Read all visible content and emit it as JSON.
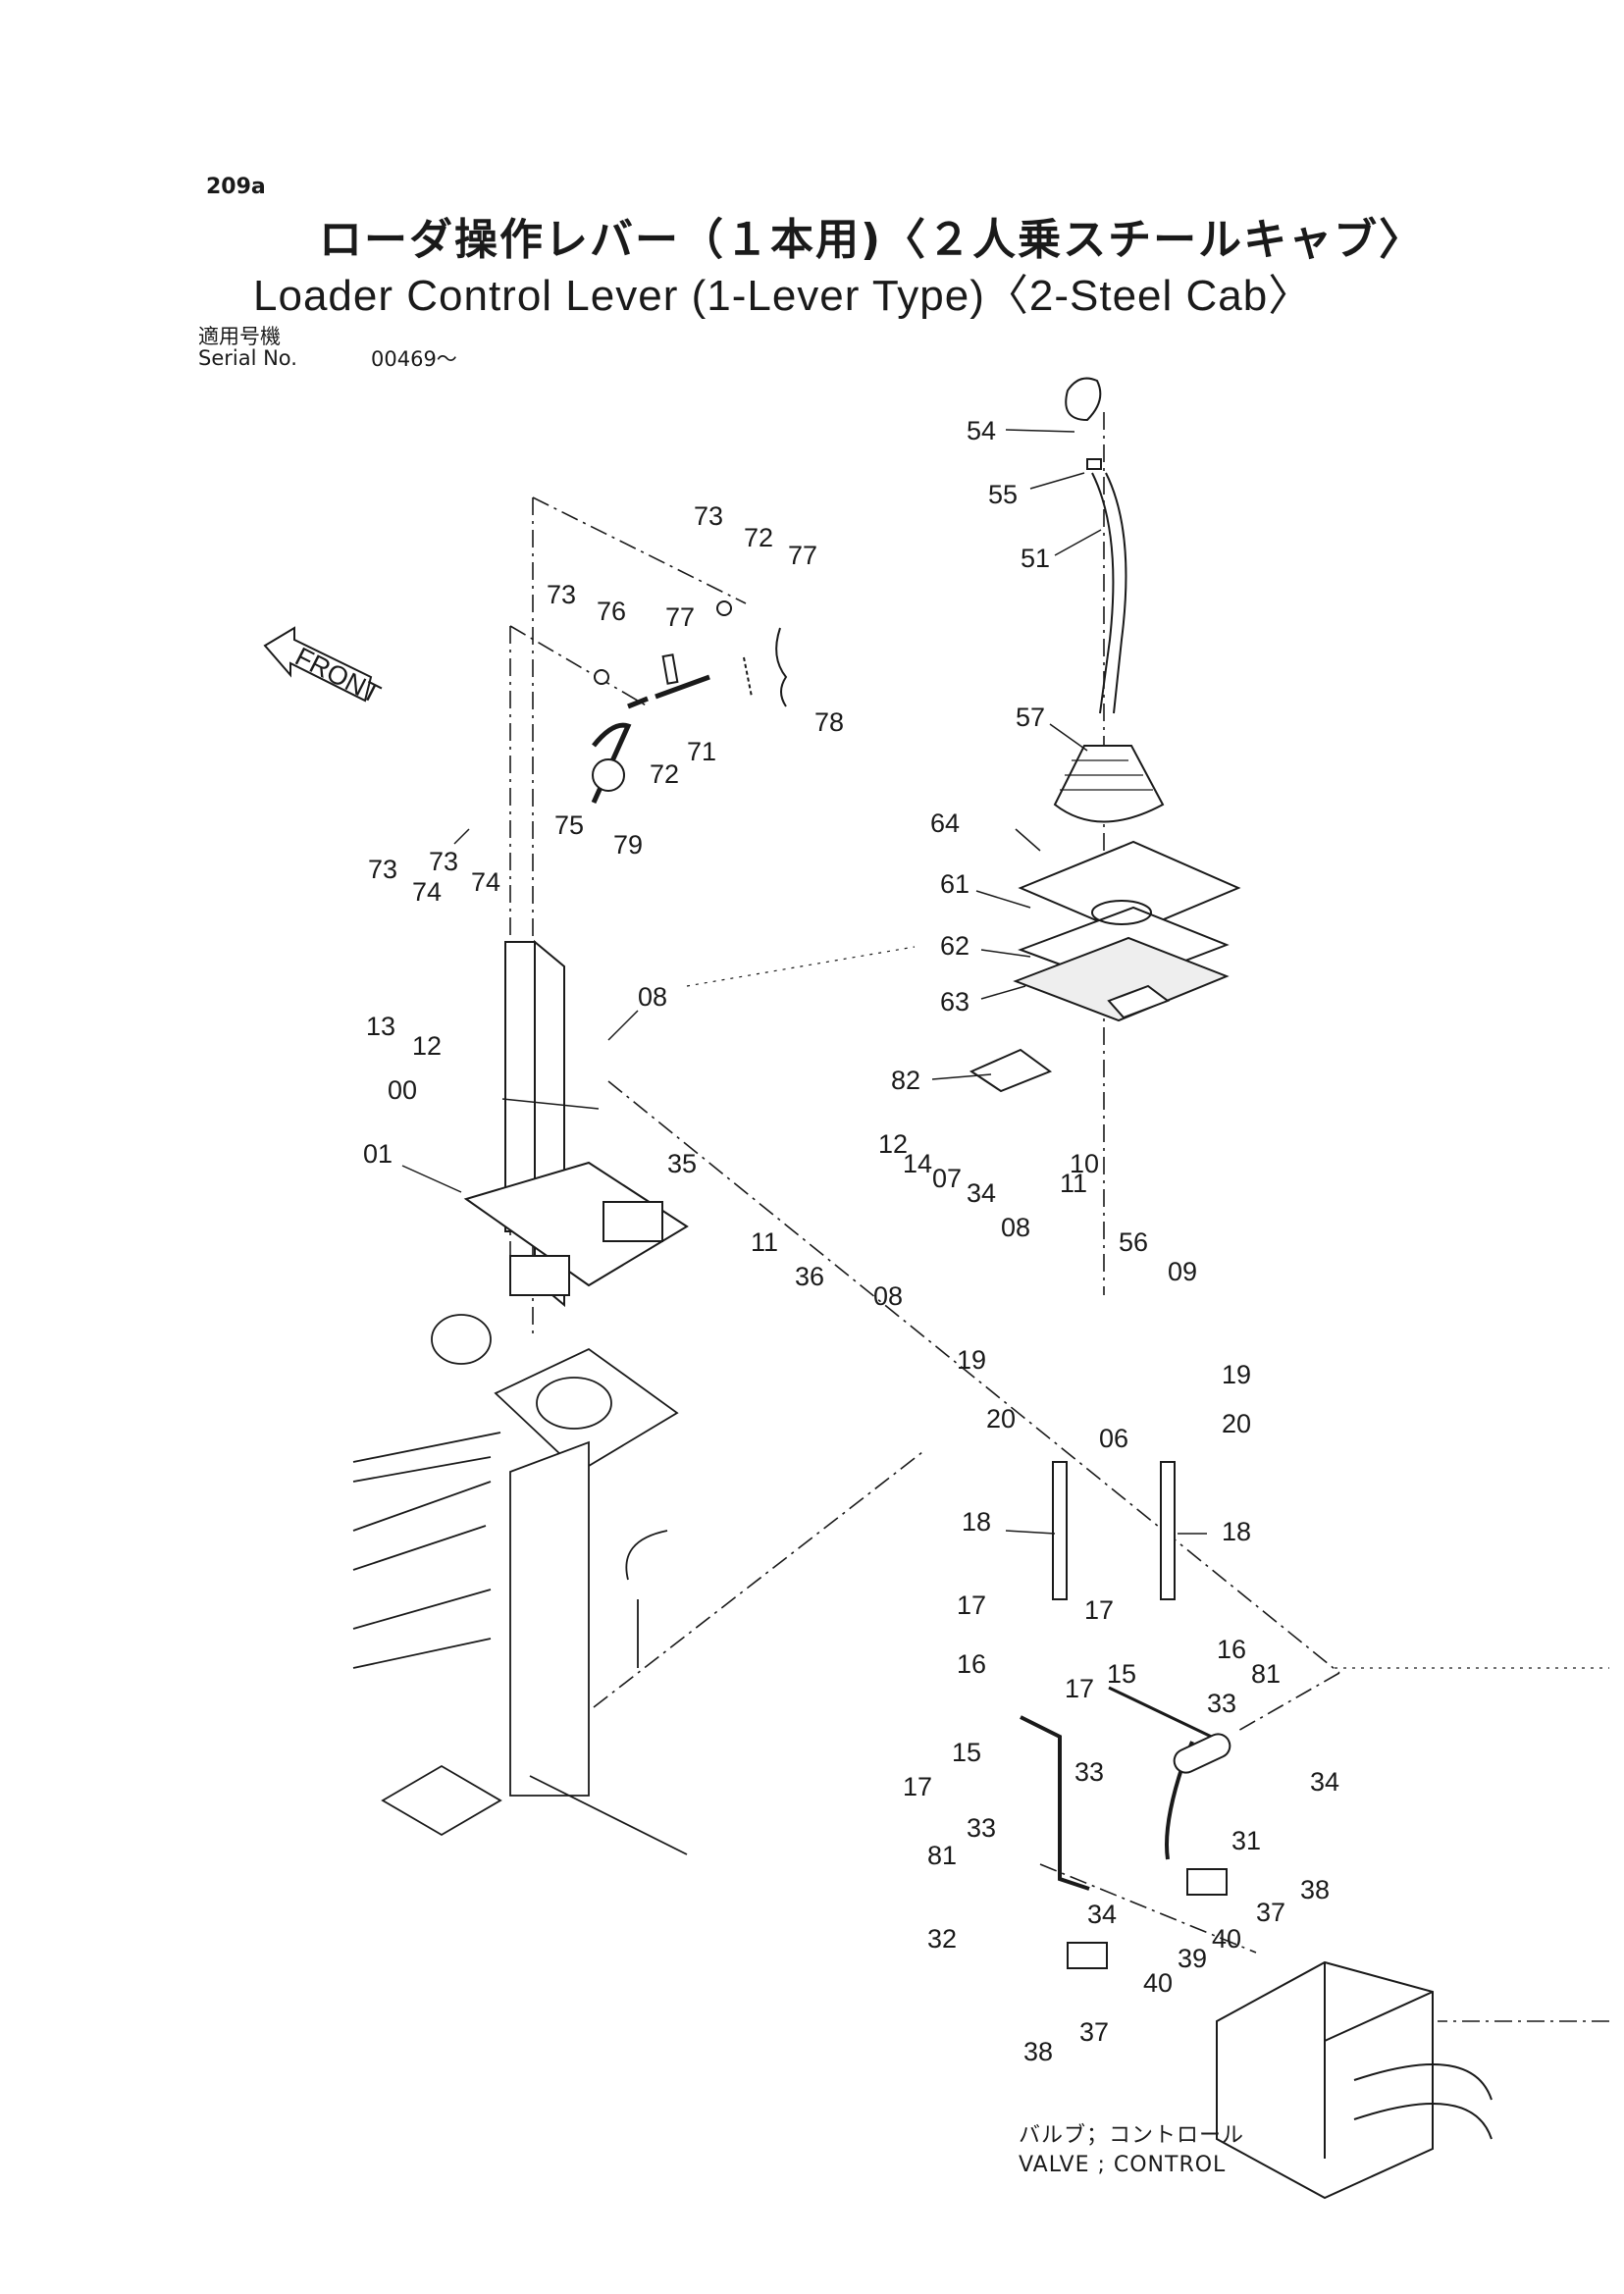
{
  "header": {
    "page_number": "209a",
    "title_jp": "ローダ操作レバー（１本用)〈２人乗スチールキャブ〉",
    "title_en": "Loader Control Lever (1-Lever Type)〈2-Steel Cab〉",
    "serial_label_jp": "適用号機",
    "serial_label_en": "Serial No.",
    "serial_value": "00469～"
  },
  "diagram": {
    "front_label": "FRONT",
    "valve_label_jp": "バルブ；コントロール",
    "valve_label_en": "VALVE ; CONTROL",
    "callouts": [
      "54",
      "55",
      "51",
      "57",
      "64",
      "61",
      "62",
      "63",
      "82",
      "73",
      "72",
      "77",
      "76",
      "71",
      "78",
      "75",
      "79",
      "74",
      "13",
      "12",
      "08",
      "00",
      "01",
      "35",
      "11",
      "36",
      "14",
      "07",
      "34",
      "10",
      "56",
      "09",
      "19",
      "06",
      "20",
      "18",
      "17",
      "16",
      "15",
      "33",
      "81",
      "31",
      "32",
      "38",
      "37",
      "39",
      "40"
    ]
  }
}
